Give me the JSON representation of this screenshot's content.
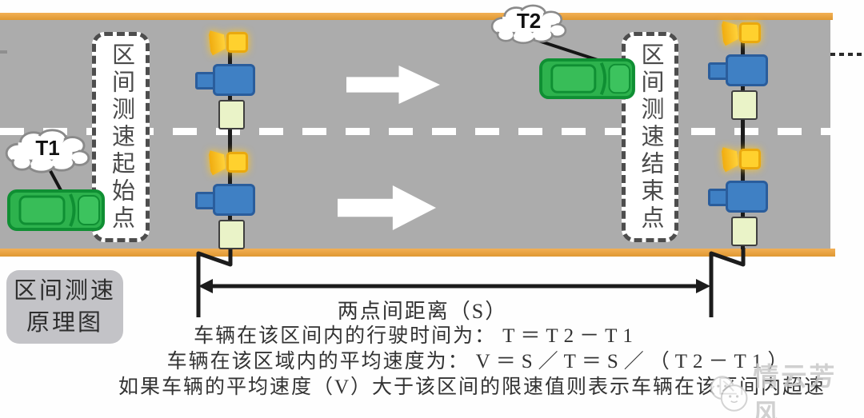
{
  "diagram": {
    "title_box": {
      "line1": "区间测速",
      "line2": "原理图"
    },
    "start_zone_label": "区间测速起始点",
    "end_zone_label": "区间测速结束点",
    "t1_label": "T1",
    "t2_label": "T2",
    "distance_label": "两点间距离（S）",
    "travel_time": {
      "label": "车辆在该区间内的行驶时间为：",
      "formula": "T＝T2－T1"
    },
    "avg_speed": {
      "label": "车辆在该区域内的平均速度为：",
      "formula": "V＝S／T＝S／（T2－T1）"
    },
    "conclusion": "如果车辆的平均速度（V）大于该区间的限速值则表示车辆在该区间内超速",
    "watermark_text": "情云芳风",
    "colors": {
      "road": "#acacac",
      "road_edge": "#e8a43f",
      "camera_blue": "#3f80c4",
      "flash_yellow": "#ffd12e",
      "cabinet_green": "#eaf3c8",
      "car_green": "#2db24d",
      "dash_border": "#4d4d4d",
      "caption_text": "#333333",
      "watermark": "#c9c9c9"
    }
  }
}
